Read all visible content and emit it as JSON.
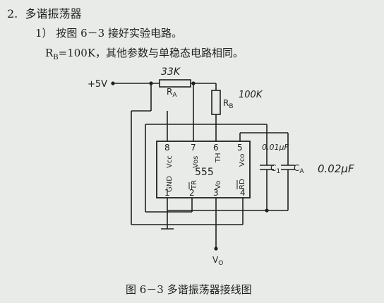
{
  "heading": {
    "number": "2.",
    "title": "多谐振荡器"
  },
  "step": {
    "number": "1）",
    "text": "按图 6－3 接好实验电路。"
  },
  "params": {
    "rb_label": "R",
    "rb_sub": "B",
    "rb_text": "=100K，其他参数与单稳态电路相同。"
  },
  "caption": {
    "text": "图 6－3    多谐振荡器接线图"
  },
  "circuit": {
    "supply": "+5V",
    "ra_label": "R",
    "ra_sub": "A",
    "rb_label": "R",
    "rb_sub": "B",
    "c1_label": "C",
    "c1_sub": "1",
    "ca_label": "C",
    "ca_sub": "A",
    "output_label": "V",
    "output_sub": "O",
    "chip_name": "555",
    "pin_numbers": {
      "p8": "8",
      "p7": "7",
      "p6": "6",
      "p5": "5",
      "p1": "1",
      "p2": "2",
      "p3": "3",
      "p4": "4"
    },
    "pin_names": {
      "p8": "Vcc",
      "p7": "Vos",
      "p6": "TH",
      "p5": "Vco",
      "p1": "GND",
      "p2": "TR",
      "p3": "Vo",
      "p4": "RD"
    },
    "handwritten": {
      "ra_value": "33K",
      "rb_value": "100K",
      "c1_value": "0.01μF",
      "ca_value": "0.02μF"
    }
  }
}
